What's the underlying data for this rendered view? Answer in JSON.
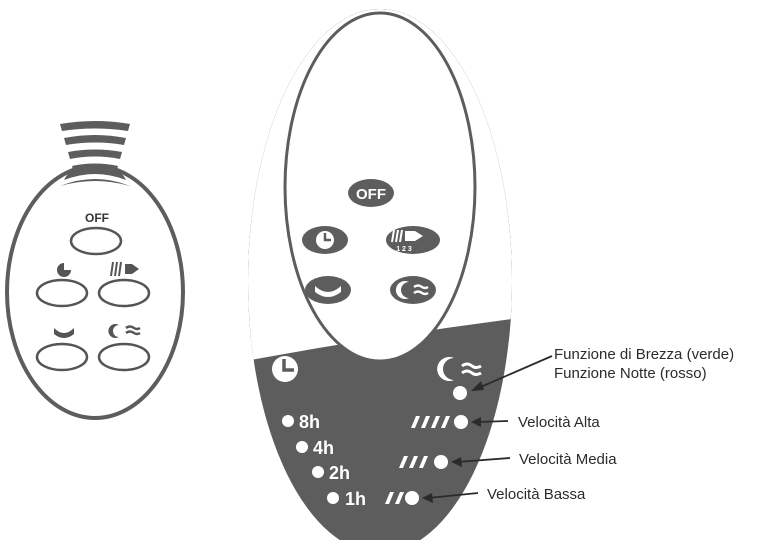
{
  "small_remote": {
    "off_label": "OFF"
  },
  "large_remote": {
    "off_label": "OFF",
    "speed_button_numbers": "1 2 3",
    "timer_levels": [
      "8h",
      "4h",
      "2h",
      "1h"
    ]
  },
  "annotations": {
    "breeze_line1": "Funzione di Brezza (verde)",
    "breeze_line2": "Funzione Notte (rosso)",
    "speed_high": "Velocità Alta",
    "speed_medium": "Velocità Media",
    "speed_low": "Velocità Bassa"
  },
  "colors": {
    "body_gray": "#5d5d5d",
    "outline_gray": "#555555",
    "face_white": "#ffffff",
    "text_dark": "#2b2b2b"
  }
}
